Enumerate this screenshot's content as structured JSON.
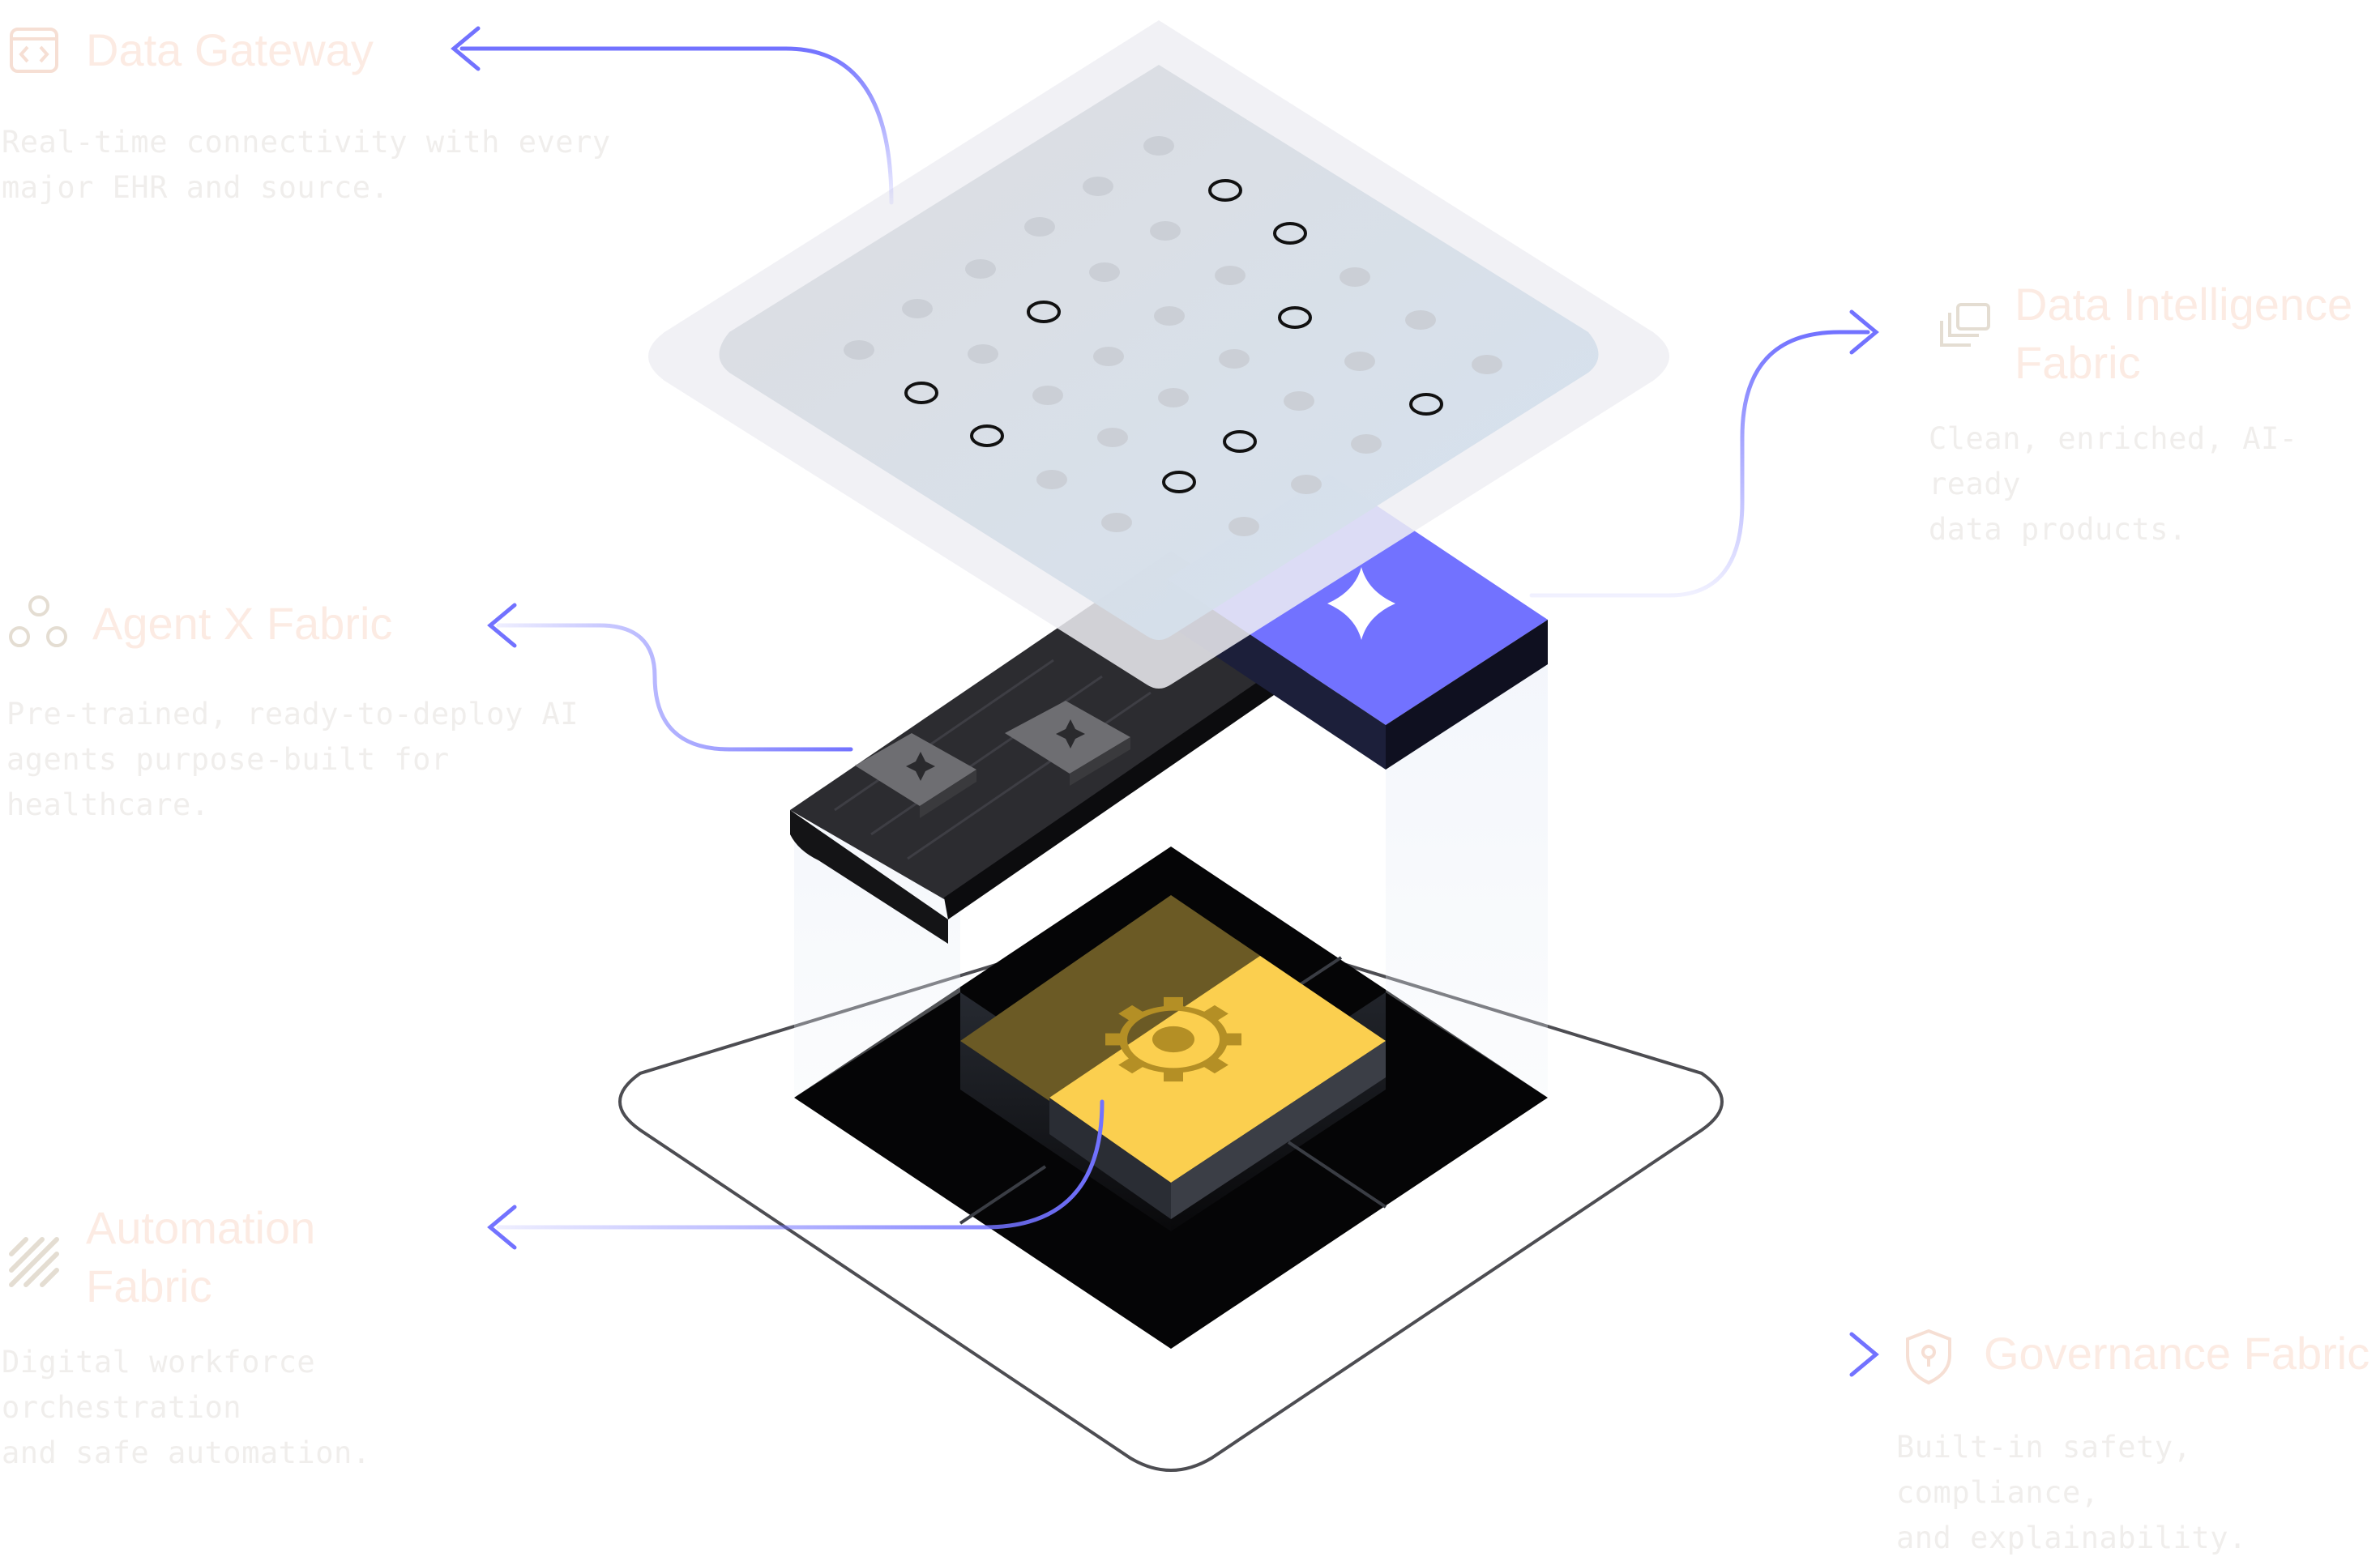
{
  "colors": {
    "accent": "#7272ff",
    "label_title": "#fcebe3",
    "label_desc": "#f0eeec",
    "icon": "#e4ddd2",
    "ehr_plate": "#7272ff",
    "core_yellow": "#fbcf4f",
    "dark_tile": "#2a2a2d"
  },
  "features": [
    {
      "id": "data-gateway",
      "icon": "code-window-icon",
      "title": "Data Gateway",
      "description": "Real-time connectivity with every\nmajor EHR and source."
    },
    {
      "id": "data-intelligence",
      "icon": "stacked-layers-icon",
      "title": "Data Intelligence\nFabric",
      "description": "Clean, enriched, AI-ready\ndata products."
    },
    {
      "id": "agent-x",
      "icon": "nodes-icon",
      "title": "Agent X Fabric",
      "description": "Pre-trained, ready-to-deploy AI\nagents purpose-built for healthcare."
    },
    {
      "id": "automation",
      "icon": "diagonal-stripes-icon",
      "title": "Automation\nFabric",
      "description": "Digital workforce orchestration\nand safe automation."
    },
    {
      "id": "governance",
      "icon": "shield-lock-icon",
      "title": "Governance Fabric",
      "description": "Built-in safety, compliance,\nand explainability."
    }
  ]
}
